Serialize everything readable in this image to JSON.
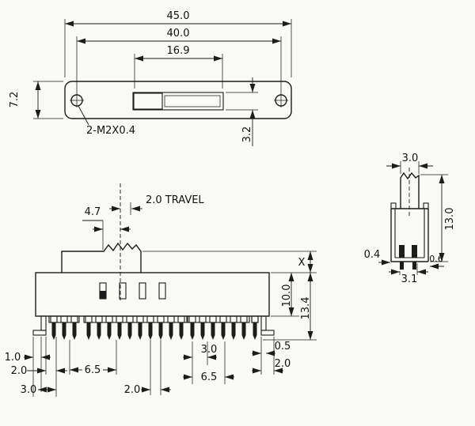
{
  "top_view": {
    "dim_overall": "45.0",
    "dim_holes": "40.0",
    "dim_slot": "16.9",
    "dim_height": "7.2",
    "dim_slot_offset": "3.2",
    "thread_callout": "2-M2X0.4"
  },
  "front_view": {
    "travel": "2.0 TRAVEL",
    "dim_actuator": "4.7",
    "dim_x": "X",
    "dim_body": "10.0",
    "dim_total": "13.4",
    "dim_left_1": "1.0",
    "dim_left_2": "2.0",
    "dim_left_3": "3.0",
    "dim_gap_left": "6.5",
    "dim_pitch": "2.0",
    "dim_right_3": "3.0",
    "dim_gap_right": "6.5",
    "dim_tab": "0.5",
    "dim_foot": "2.0"
  },
  "side_view": {
    "dim_width": "3.0",
    "dim_height": "13.0",
    "dim_wall": "0.4",
    "dim_span": "3.1",
    "dim_wall2": "0.6"
  }
}
